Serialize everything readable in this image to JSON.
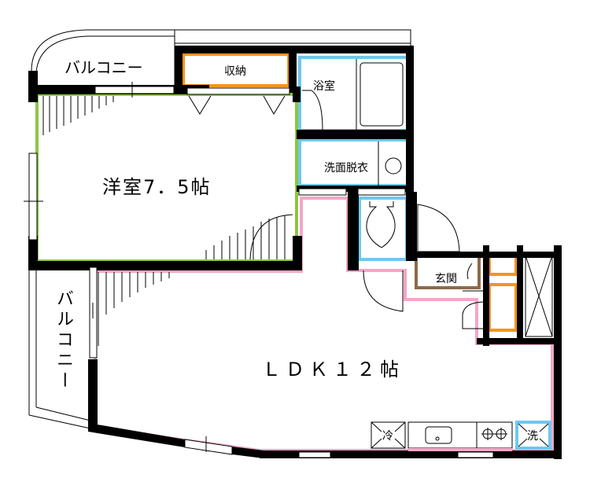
{
  "rooms": {
    "balcony_top": {
      "label": "バルコニー"
    },
    "storage": {
      "label": "収納"
    },
    "bath": {
      "label": "浴室"
    },
    "washroom": {
      "label": "洗面脱衣"
    },
    "western_room": {
      "label": "洋室7．5帖"
    },
    "balcony_left": {
      "label": "バルコニー"
    },
    "entrance": {
      "label": "玄関"
    },
    "ldk": {
      "label": "ＬＤＫ１２帖"
    }
  },
  "fixtures": {
    "fridge": {
      "label": "冷"
    },
    "washer": {
      "label": "洗"
    },
    "sink": {
      "icon": "sink-icon"
    },
    "stove": {
      "icon": "stove-icon"
    },
    "toilet": {
      "icon": "toilet-icon"
    },
    "bathtub": {
      "icon": "bathtub-icon"
    },
    "wash_basin": {
      "icon": "wash-basin-icon"
    }
  },
  "colors": {
    "wall": "#000000",
    "western_room": "#8cc63f",
    "storage": "#f7931e",
    "water": "#6ec8ef",
    "ldk": "#f4a6c6",
    "entrance": "#8b6b4a"
  }
}
